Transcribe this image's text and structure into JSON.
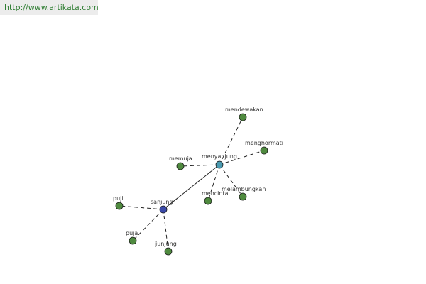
{
  "watermark": "http://www.artikata.com",
  "colors": {
    "leaf": "#4f8a3f",
    "hub_secondary": "#4a9ab0",
    "hub_primary": "#3b4aa8"
  },
  "graph": {
    "nodes": [
      {
        "id": "sanjung",
        "label": "sanjung",
        "kind": "hub_primary"
      },
      {
        "id": "menyanjung",
        "label": "menyanjung",
        "kind": "hub_secondary"
      },
      {
        "id": "mendewakan",
        "label": "mendewakan",
        "kind": "leaf"
      },
      {
        "id": "menghormati",
        "label": "menghormati",
        "kind": "leaf"
      },
      {
        "id": "memuja",
        "label": "memuja",
        "kind": "leaf"
      },
      {
        "id": "mencintai",
        "label": "mencintai",
        "kind": "leaf"
      },
      {
        "id": "melambungkan",
        "label": "melambungkan",
        "kind": "leaf"
      },
      {
        "id": "puji",
        "label": "puji",
        "kind": "leaf"
      },
      {
        "id": "puja",
        "label": "puja",
        "kind": "leaf"
      },
      {
        "id": "junjung",
        "label": "junjung",
        "kind": "leaf"
      }
    ],
    "edges": [
      {
        "from": "sanjung",
        "to": "menyanjung",
        "style": "solid"
      },
      {
        "from": "menyanjung",
        "to": "mendewakan",
        "style": "dashed"
      },
      {
        "from": "menyanjung",
        "to": "menghormati",
        "style": "dashed"
      },
      {
        "from": "menyanjung",
        "to": "memuja",
        "style": "dashed"
      },
      {
        "from": "menyanjung",
        "to": "mencintai",
        "style": "dashed"
      },
      {
        "from": "menyanjung",
        "to": "melambungkan",
        "style": "dashed"
      },
      {
        "from": "sanjung",
        "to": "puji",
        "style": "dashed"
      },
      {
        "from": "sanjung",
        "to": "puja",
        "style": "dashed"
      },
      {
        "from": "sanjung",
        "to": "junjung",
        "style": "dashed"
      }
    ]
  }
}
